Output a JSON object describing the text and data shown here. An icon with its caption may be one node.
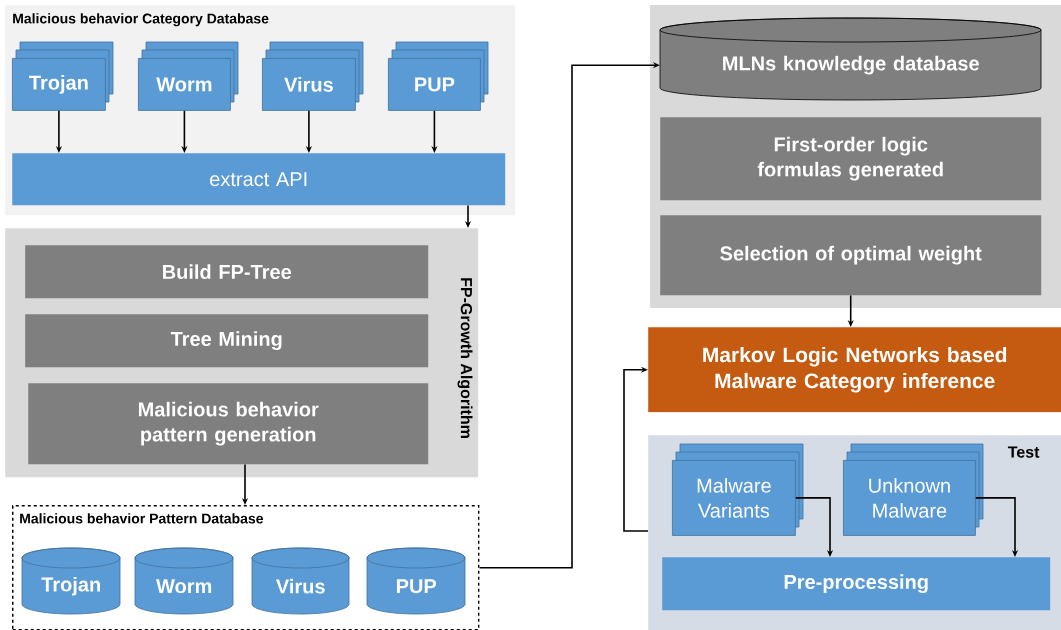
{
  "diagram": {
    "nodes": [
      {
        "text": [
          "Malicious behavior Category Database"
        ]
      },
      {
        "text": [
          "Trojan"
        ],
        "in": 0
      },
      {
        "text": [
          "Worm"
        ],
        "in": 0
      },
      {
        "text": [
          "Virus"
        ],
        "in": 0
      },
      {
        "text": [
          "PUP"
        ],
        "in": 0
      },
      {
        "text": [
          "extract API"
        ],
        "in": 0
      },
      {
        "text": [
          "FP-Growth Algorithm"
        ]
      },
      {
        "text": [
          "Build FP-Tree"
        ],
        "in": 6
      },
      {
        "text": [
          "Tree Mining"
        ],
        "in": 6
      },
      {
        "text": [
          "Malicious behavior pattern generation"
        ],
        "in": 6
      },
      {
        "text": [
          "Malicious behavior Pattern Database"
        ]
      },
      {
        "text": [
          "Trojan"
        ],
        "in": 10
      },
      {
        "text": [
          "Worm"
        ],
        "in": 10
      },
      {
        "text": [
          "Virus"
        ],
        "in": 10
      },
      {
        "text": [
          "PUP"
        ],
        "in": 10
      },
      {
        "text": [
          "MLNs knowledge database"
        ]
      },
      {
        "text": [
          "First-order logic formulas generated"
        ]
      },
      {
        "text": [
          "Selection of optimal weight"
        ]
      },
      {
        "text": [
          "Markov Logic Networks based Malware Category inference"
        ]
      },
      {
        "text": [
          "Test"
        ]
      },
      {
        "text": [
          "Malware Variants"
        ],
        "in": 19
      },
      {
        "text": [
          "Unknown Malware"
        ],
        "in": 19
      },
      {
        "text": [
          "Pre-processing"
        ],
        "in": 19
      }
    ],
    "edges": [
      {
        "from": 1,
        "to": 5,
        "arrow": "to"
      },
      {
        "from": 2,
        "to": 5,
        "arrow": "to"
      },
      {
        "from": 3,
        "to": 5,
        "arrow": "to"
      },
      {
        "from": 4,
        "to": 5,
        "arrow": "to"
      },
      {
        "from": 5,
        "to": 6,
        "arrow": "to"
      },
      {
        "from": 9,
        "to": 10,
        "arrow": "to"
      },
      {
        "from": 10,
        "to": 15,
        "arrow": "to"
      },
      {
        "from": 17,
        "to": 18,
        "arrow": "to"
      },
      {
        "from": 19,
        "to": 18,
        "arrow": "to"
      },
      {
        "from": 20,
        "to": 22,
        "arrow": "to"
      },
      {
        "from": 21,
        "to": 22,
        "arrow": "to"
      }
    ]
  }
}
